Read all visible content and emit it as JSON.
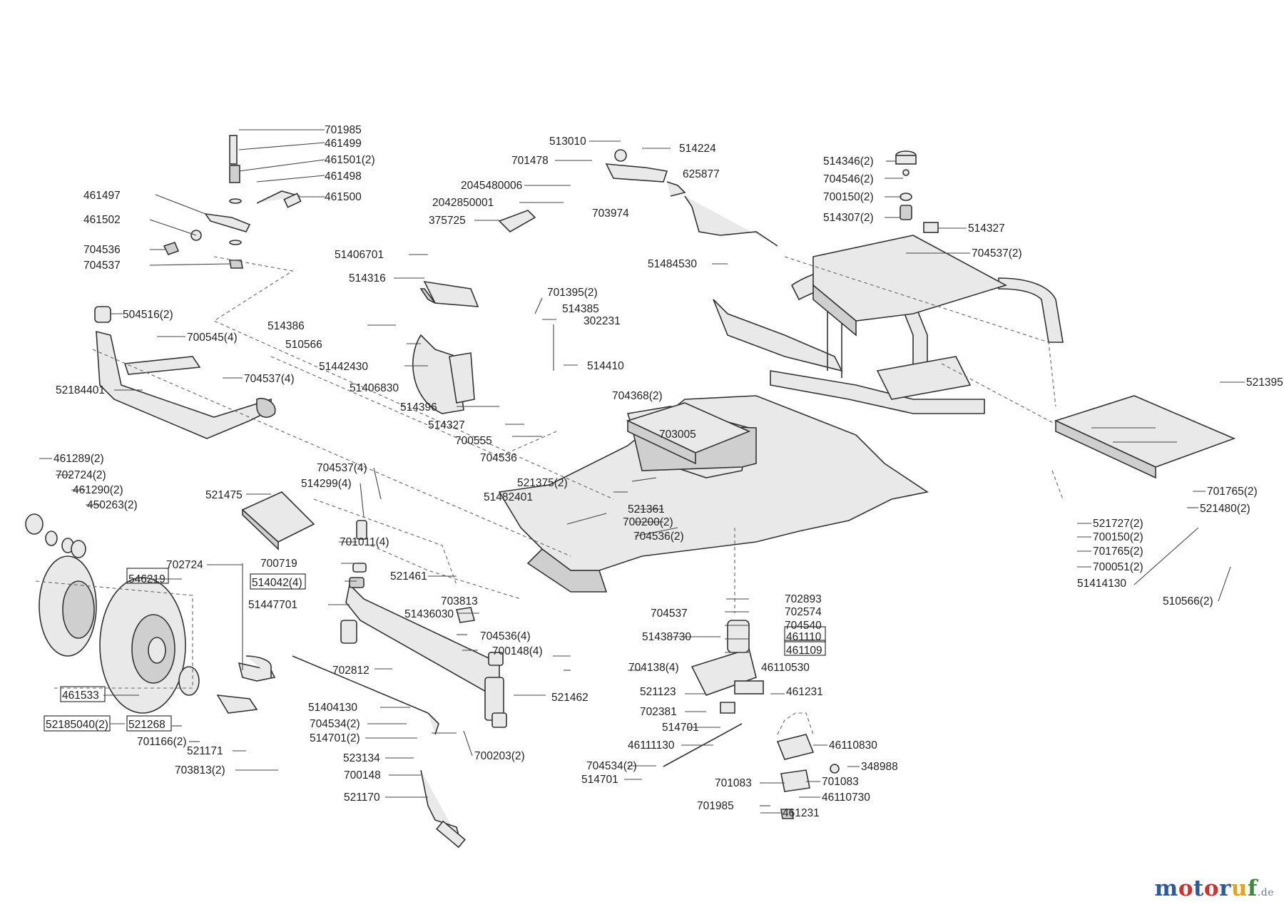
{
  "brand": {
    "name_letters": [
      {
        "ch": "m",
        "color": "#2b5b9c"
      },
      {
        "ch": "o",
        "color": "#d4302b"
      },
      {
        "ch": "t",
        "color": "#2b5b9c"
      },
      {
        "ch": "o",
        "color": "#d4302b"
      },
      {
        "ch": "r",
        "color": "#2b5b9c"
      },
      {
        "ch": "u",
        "color": "#e8a21c"
      },
      {
        "ch": "f",
        "color": "#3a8c3a"
      }
    ],
    "tld": ".de"
  },
  "labels": [
    {
      "id": "p701985a",
      "text": "701985"
    },
    {
      "id": "p461499",
      "text": "461499"
    },
    {
      "id": "p461501",
      "text": "461501(2)"
    },
    {
      "id": "p461498",
      "text": "461498"
    },
    {
      "id": "p461500",
      "text": "461500"
    },
    {
      "id": "p461497",
      "text": "461497"
    },
    {
      "id": "p461502",
      "text": "461502"
    },
    {
      "id": "p704536a",
      "text": "704536"
    },
    {
      "id": "p704537a",
      "text": "704537"
    },
    {
      "id": "p504516",
      "text": "504516(2)"
    },
    {
      "id": "p700545",
      "text": "700545(4)"
    },
    {
      "id": "p704537b",
      "text": "704537(4)"
    },
    {
      "id": "p52184401",
      "text": "52184401"
    },
    {
      "id": "p513010",
      "text": "513010"
    },
    {
      "id": "p514224",
      "text": "514224"
    },
    {
      "id": "p701478",
      "text": "701478"
    },
    {
      "id": "p625877",
      "text": "625877"
    },
    {
      "id": "p2045480006",
      "text": "2045480006"
    },
    {
      "id": "p2042850001",
      "text": "2042850001"
    },
    {
      "id": "p703974",
      "text": "703974"
    },
    {
      "id": "p375725",
      "text": "375725"
    },
    {
      "id": "p51484530",
      "text": "51484530"
    },
    {
      "id": "p51406701",
      "text": "51406701"
    },
    {
      "id": "p514316",
      "text": "514316"
    },
    {
      "id": "p701395",
      "text": "701395(2)"
    },
    {
      "id": "p514385",
      "text": "514385"
    },
    {
      "id": "p514386",
      "text": "514386"
    },
    {
      "id": "p302231",
      "text": "302231"
    },
    {
      "id": "p510566a",
      "text": "510566"
    },
    {
      "id": "p51442430",
      "text": "51442430"
    },
    {
      "id": "p514410",
      "text": "514410"
    },
    {
      "id": "p51406830",
      "text": "51406830"
    },
    {
      "id": "p514396",
      "text": "514396"
    },
    {
      "id": "p514327a",
      "text": "514327"
    },
    {
      "id": "p700555",
      "text": "700555"
    },
    {
      "id": "p704536b",
      "text": "704536"
    },
    {
      "id": "p704368",
      "text": "704368(2)"
    },
    {
      "id": "p514346",
      "text": "514346(2)"
    },
    {
      "id": "p704546",
      "text": "704546(2)"
    },
    {
      "id": "p700150a",
      "text": "700150(2)"
    },
    {
      "id": "p514307",
      "text": "514307(2)"
    },
    {
      "id": "p514327b",
      "text": "514327"
    },
    {
      "id": "p704537c",
      "text": "704537(2)"
    },
    {
      "id": "p521395",
      "text": "521395"
    },
    {
      "id": "p703005",
      "text": "703005"
    },
    {
      "id": "p521375",
      "text": "521375(2)"
    },
    {
      "id": "p51482401",
      "text": "51482401"
    },
    {
      "id": "p521361",
      "text": "521361"
    },
    {
      "id": "p700200",
      "text": "700200(2)"
    },
    {
      "id": "p704536c",
      "text": "704536(2)"
    },
    {
      "id": "p701765a",
      "text": "701765(2)"
    },
    {
      "id": "p521480",
      "text": "521480(2)"
    },
    {
      "id": "p521727",
      "text": "521727(2)"
    },
    {
      "id": "p700150b",
      "text": "700150(2)"
    },
    {
      "id": "p701765b",
      "text": "701765(2)"
    },
    {
      "id": "p700051",
      "text": "700051(2)"
    },
    {
      "id": "p51414130",
      "text": "51414130"
    },
    {
      "id": "p510566b",
      "text": "510566(2)"
    },
    {
      "id": "p461289",
      "text": "461289(2)"
    },
    {
      "id": "p702724a",
      "text": "702724(2)"
    },
    {
      "id": "p461290",
      "text": "461290(2)"
    },
    {
      "id": "p450263",
      "text": "450263(2)"
    },
    {
      "id": "p704537d",
      "text": "704537(4)"
    },
    {
      "id": "p514299",
      "text": "514299(4)"
    },
    {
      "id": "p521475",
      "text": "521475"
    },
    {
      "id": "p701011",
      "text": "701011(4)"
    },
    {
      "id": "p702724b",
      "text": "702724"
    },
    {
      "id": "p700719",
      "text": "700719"
    },
    {
      "id": "p546219",
      "text": "546219"
    },
    {
      "id": "p514042",
      "text": "514042(4)"
    },
    {
      "id": "p521461",
      "text": "521461"
    },
    {
      "id": "p51447701",
      "text": "51447701"
    },
    {
      "id": "p703813a",
      "text": "703813"
    },
    {
      "id": "p51436030",
      "text": "51436030"
    },
    {
      "id": "p704537e",
      "text": "704537"
    },
    {
      "id": "p702893",
      "text": "702893"
    },
    {
      "id": "p702574",
      "text": "702574"
    },
    {
      "id": "p704540",
      "text": "704540"
    },
    {
      "id": "p51438730",
      "text": "51438730"
    },
    {
      "id": "p461110",
      "text": "461110"
    },
    {
      "id": "p461109",
      "text": "461109"
    },
    {
      "id": "p704536d",
      "text": "704536(4)"
    },
    {
      "id": "p700148a",
      "text": "700148(4)"
    },
    {
      "id": "p704138",
      "text": "704138(4)"
    },
    {
      "id": "p46110530",
      "text": "46110530"
    },
    {
      "id": "p702812",
      "text": "702812"
    },
    {
      "id": "p521462",
      "text": "521462"
    },
    {
      "id": "p521123",
      "text": "521123"
    },
    {
      "id": "p461231a",
      "text": "461231"
    },
    {
      "id": "p461533",
      "text": "461533"
    },
    {
      "id": "p702381",
      "text": "702381"
    },
    {
      "id": "p52185040",
      "text": "52185040(2)"
    },
    {
      "id": "p521268",
      "text": "521268"
    },
    {
      "id": "p51404130",
      "text": "51404130"
    },
    {
      "id": "p514701a",
      "text": "514701"
    },
    {
      "id": "p701166",
      "text": "701166(2)"
    },
    {
      "id": "p704534a",
      "text": "704534(2)"
    },
    {
      "id": "p521171",
      "text": "521171"
    },
    {
      "id": "p514701b",
      "text": "514701(2)"
    },
    {
      "id": "p46111130",
      "text": "46111130"
    },
    {
      "id": "p46110830",
      "text": "46110830"
    },
    {
      "id": "p700203",
      "text": "700203(2)"
    },
    {
      "id": "p523134",
      "text": "523134"
    },
    {
      "id": "p703813b",
      "text": "703813(2)"
    },
    {
      "id": "p700148b",
      "text": "700148"
    },
    {
      "id": "p704534b",
      "text": "704534(2)"
    },
    {
      "id": "p348988",
      "text": "348988"
    },
    {
      "id": "p514701c",
      "text": "514701"
    },
    {
      "id": "p701083a",
      "text": "701083"
    },
    {
      "id": "p701083b",
      "text": "701083"
    },
    {
      "id": "p521170",
      "text": "521170"
    },
    {
      "id": "p46110730",
      "text": "46110730"
    },
    {
      "id": "p701985b",
      "text": "701985"
    },
    {
      "id": "p461231b",
      "text": "461231"
    }
  ]
}
